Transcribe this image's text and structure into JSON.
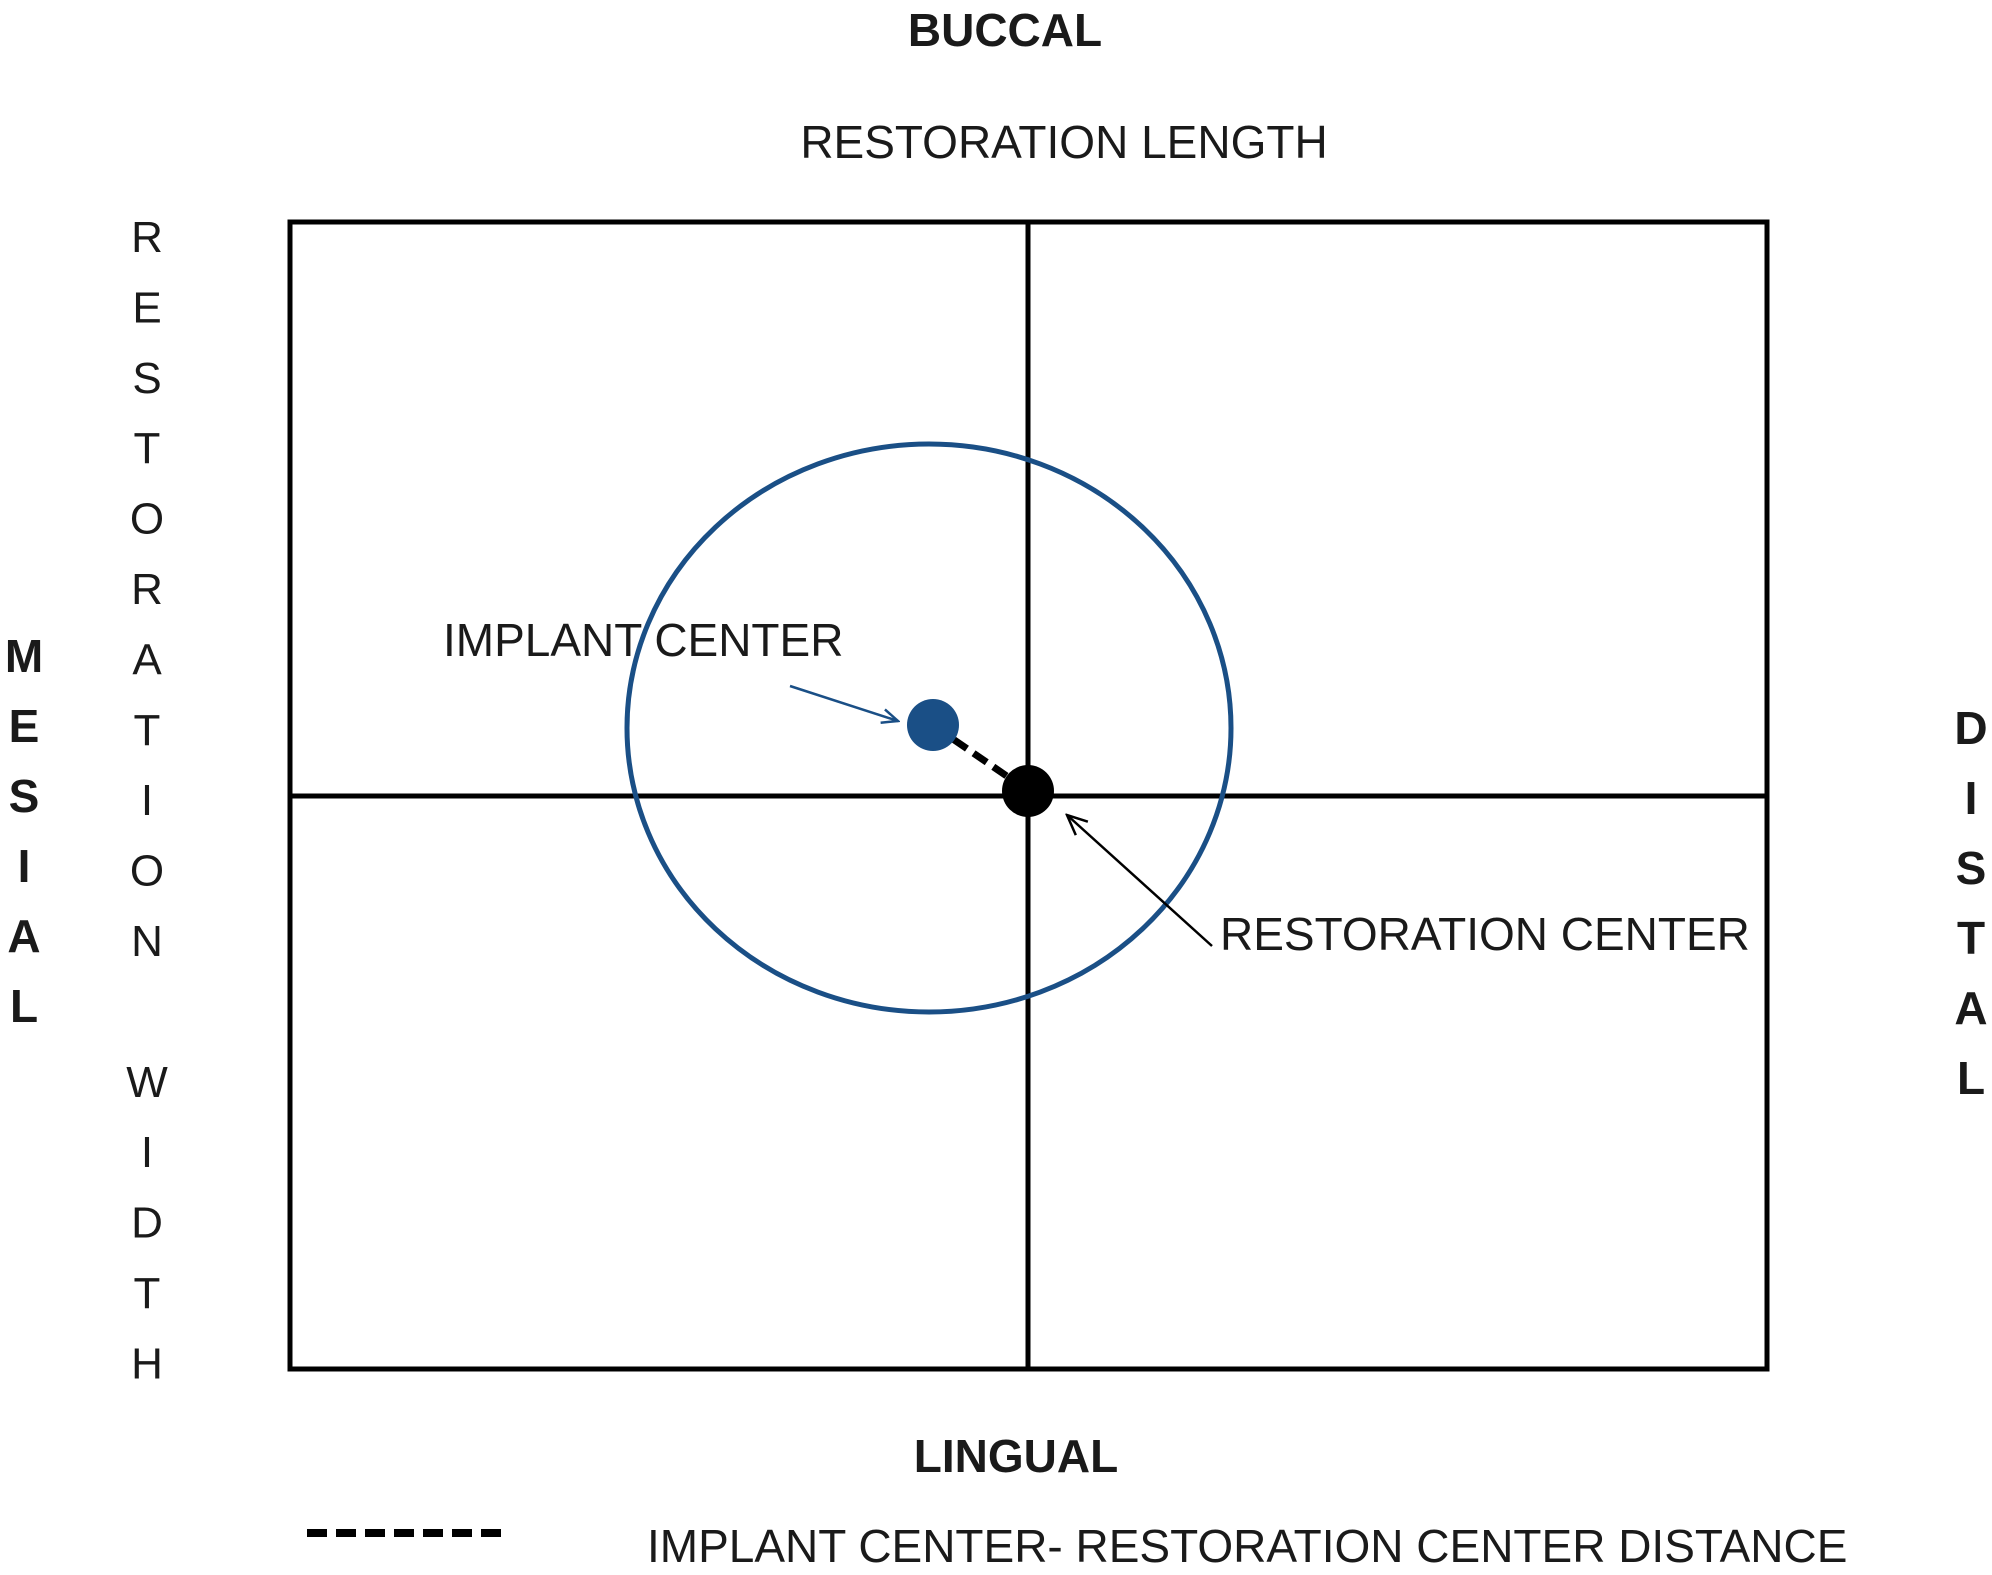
{
  "labels": {
    "buccal": "BUCCAL",
    "lingual": "LINGUAL",
    "mesial": "MESIAL",
    "distal": "DISTAL",
    "restoration_length": "RESTORATION LENGTH",
    "restoration_width": "RESTORATION WIDTH",
    "implant_center": "IMPLANT CENTER",
    "restoration_center": "RESTORATION CENTER"
  },
  "legend": {
    "distance_label": "IMPLANT CENTER- RESTORATION CENTER DISTANCE"
  },
  "colors": {
    "implant_blue": "#1a4f86",
    "line_black": "#000000"
  }
}
